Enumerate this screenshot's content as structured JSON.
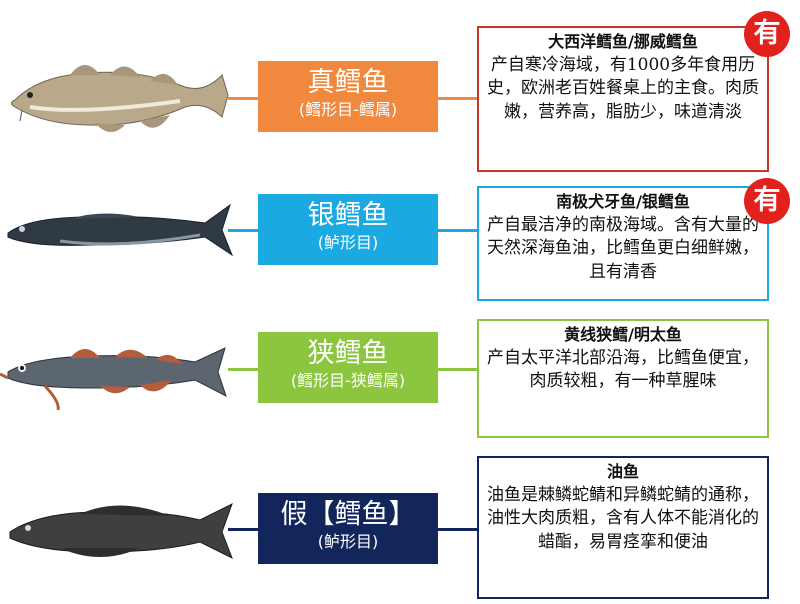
{
  "colors": {
    "row1": "#f0883d",
    "row2": "#1ba9e1",
    "row3": "#8cc63f",
    "row4": "#13265c",
    "badge": "#e2211c"
  },
  "rows": [
    {
      "label": "真鳕鱼",
      "taxon": "(鳕形目-鳕属)",
      "title": "大西洋鳕鱼/挪威鳕鱼",
      "desc": "产自寒冷海域，有1000多年食用历史，欧洲老百姓餐桌上的主食。肉质嫩，营养高，脂肪少，味道清淡",
      "badge": "有"
    },
    {
      "label": "银鳕鱼",
      "taxon": "(鲈形目)",
      "title": "南极犬牙鱼/银鳕鱼",
      "desc": "产自最洁净的南极海域。含有大量的天然深海鱼油，比鳕鱼更白细鲜嫩，且有清香",
      "badge": "有"
    },
    {
      "label": "狭鳕鱼",
      "taxon": "(鳕形目-狭鳕属)",
      "title": "黄线狭鳕/明太鱼",
      "desc": "产自太平洋北部沿海，比鳕鱼便宜，肉质较粗，有一种草腥味"
    },
    {
      "label": "假【鳕鱼】",
      "taxon": "(鲈形目)",
      "title": "油鱼",
      "desc": "油鱼是棘鳞蛇鲭和异鳞蛇鲭的通称，油性大肉质粗，含有人体不能消化的蜡酯，易胃痉挛和便油"
    }
  ]
}
